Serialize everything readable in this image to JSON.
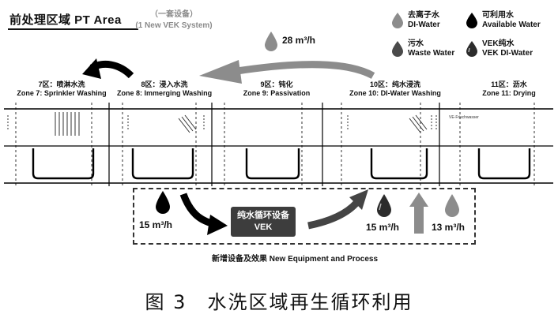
{
  "header": {
    "title": "前处理区域 PT Area",
    "vek_note_cn": "（一套设备）",
    "vek_note_en": "(1 New VEK System)"
  },
  "legend": [
    {
      "cn": "去离子水",
      "en": "DI-Water",
      "color": "#8c8c8c"
    },
    {
      "cn": "可利用水",
      "en": "Available Water",
      "color": "#000000"
    },
    {
      "cn": "污水",
      "en": "Waste Water",
      "color": "#4a4a4a"
    },
    {
      "cn": "VEK纯水",
      "en": "VEK DI-Water",
      "color": "#2c2c2c"
    }
  ],
  "zones": [
    {
      "cn": "7区：喷淋水洗",
      "en": "Zone 7: Sprinkler Washing"
    },
    {
      "cn": "8区：浸入水洗",
      "en": "Zone 8: Immerging Washing"
    },
    {
      "cn": "9区：钝化",
      "en": "Zone 9: Passivation"
    },
    {
      "cn": "10区：纯水浸洗",
      "en": "Zone 10: DI-Water Washing"
    },
    {
      "cn": "11区：沥水",
      "en": "Zone 11: Drying"
    }
  ],
  "flows": {
    "top_return": "28 m³/h",
    "left_in": "15 m³/h",
    "right_out": "15 m³/h",
    "di_in": "13 m³/h"
  },
  "vek_box": {
    "line1": "纯水循环设备",
    "line2": "VEK"
  },
  "fresh_label": "VE-Frischwasser",
  "equipment_label": "新增设备及效果 New Equipment and Process",
  "caption": "图 3　水洗区域再生循环利用"
}
